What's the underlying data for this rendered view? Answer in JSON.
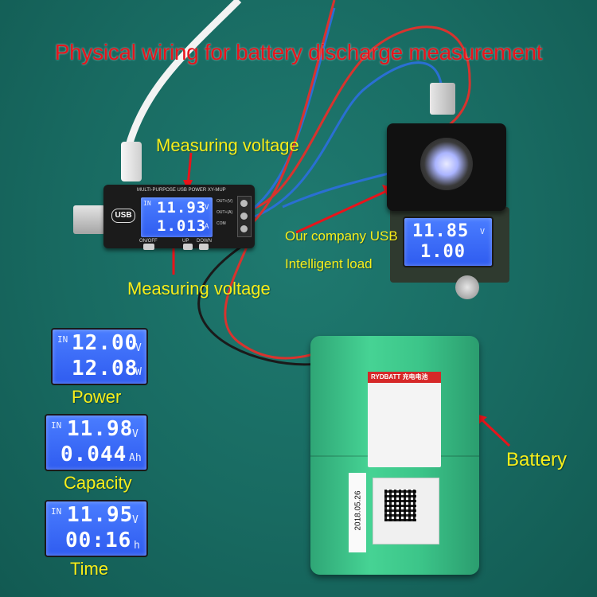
{
  "title": "Physical wiring for battery discharge measurement",
  "labels": {
    "measuring_voltage_top": "Measuring voltage",
    "measuring_voltage_bottom": "Measuring voltage",
    "company_line1": "Our company USB",
    "company_line2": "Intelligent load",
    "battery": "Battery",
    "power": "Power",
    "capacity": "Capacity",
    "time": "Time"
  },
  "meter": {
    "header": "MULTI-PURPOSE USB POWER XY-MUP",
    "usb_logo": "USB",
    "in": "IN",
    "v1": "11.93",
    "u1": "V",
    "v2": "1.013",
    "u2": "A",
    "btn_onoff": "ON/OFF",
    "btn_up": "UP",
    "btn_down": "DOWN",
    "term_out_v": "OUT+(V)",
    "term_out_a": "OUT+(A)",
    "term_com": "COM"
  },
  "load": {
    "v1": "11.85",
    "u1": "V",
    "v2": "1.00"
  },
  "panels": [
    {
      "in": "IN",
      "v1": "12.00",
      "u1": "V",
      "v2": "12.08",
      "u2": "W"
    },
    {
      "in": "IN",
      "v1": "11.98",
      "u1": "V",
      "v2": "0.044",
      "u2": "Ah"
    },
    {
      "in": "IN",
      "v1": "11.95",
      "u1": "V",
      "v2": "00:16",
      "u2": "h"
    }
  ],
  "battery": {
    "brand": "RYDBATT",
    "brand_cn": "充电电池",
    "date": "2018.05.26"
  },
  "colors": {
    "title": "#e8141b",
    "label": "#f7ee1a",
    "lcd": "#3a6bff",
    "battery": "#39c38a",
    "arrow": "#e8141b"
  }
}
